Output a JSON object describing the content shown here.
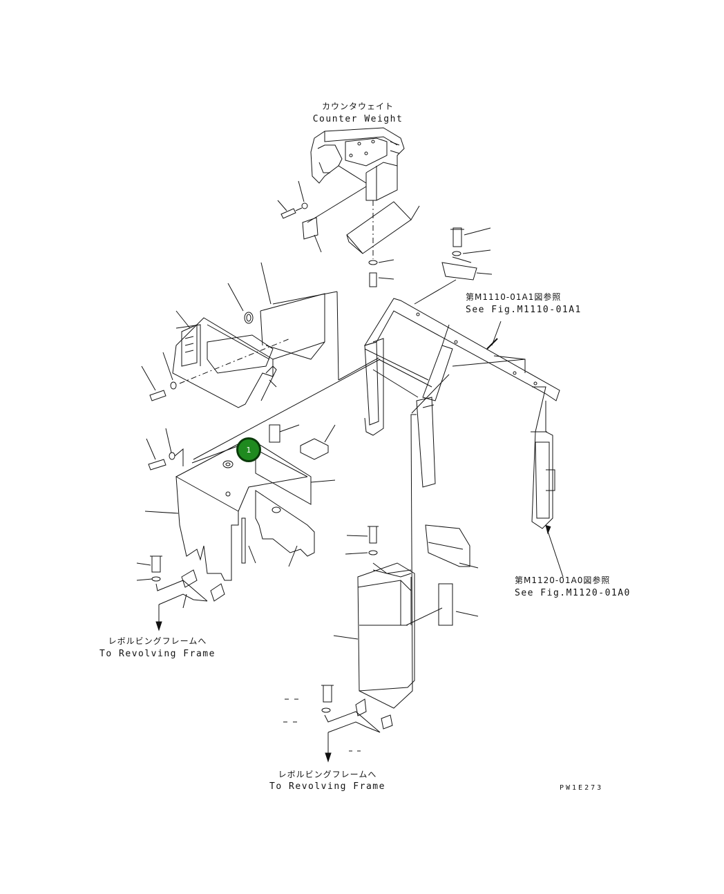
{
  "labels": {
    "counter_weight_jp": "カウンタウェイト",
    "counter_weight_en": "Counter Weight",
    "see_fig_1_jp": "第M1110-01A1図参照",
    "see_fig_1_en": "See Fig.M1110-01A1",
    "see_fig_2_jp": "第M1120-01A0図参照",
    "see_fig_2_en": "See Fig.M1120-01A0",
    "revolving_left_jp": "レボルビングフレームへ",
    "revolving_left_en": "To Revolving Frame",
    "revolving_bottom_jp": "レボルビングフレームへ",
    "revolving_bottom_en": "To Revolving Frame",
    "drawing_code": "PW1E273"
  },
  "callout": {
    "number": "1",
    "color": "#1f8a1f"
  }
}
